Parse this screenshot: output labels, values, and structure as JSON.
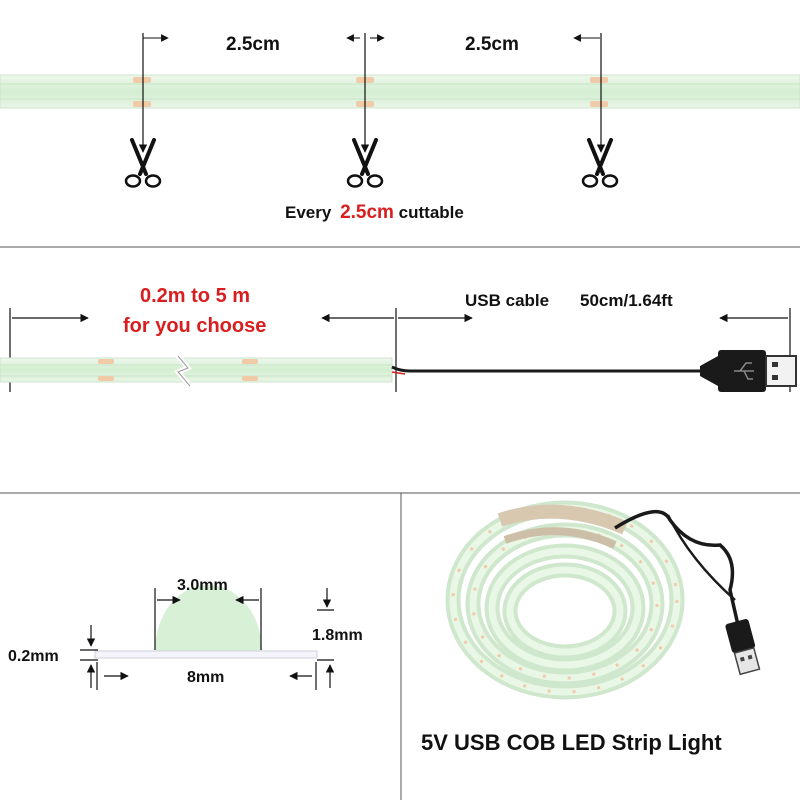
{
  "cut_section": {
    "spacing_left": "2.5cm",
    "spacing_right": "2.5cm",
    "caption_prefix": "Every",
    "caption_value": "2.5cm",
    "caption_suffix": "cuttable"
  },
  "length_section": {
    "length_line1": "0.2m to 5 m",
    "length_line2": "for you choose",
    "cable_label": "USB cable",
    "cable_length": "50cm/1.64ft"
  },
  "profile_section": {
    "dome_width": "3.0mm",
    "dome_height": "1.8mm",
    "base_thickness": "0.2mm",
    "strip_width": "8mm"
  },
  "product_section": {
    "title": "5V USB COB LED Strip Light"
  },
  "colors": {
    "strip_green": "#d8f1d6",
    "strip_edge": "#b9dcb8",
    "pad_orange": "#f1cba7",
    "accent_red": "#d81e1e",
    "divider": "#555555",
    "cable": "#1a1a1a"
  }
}
